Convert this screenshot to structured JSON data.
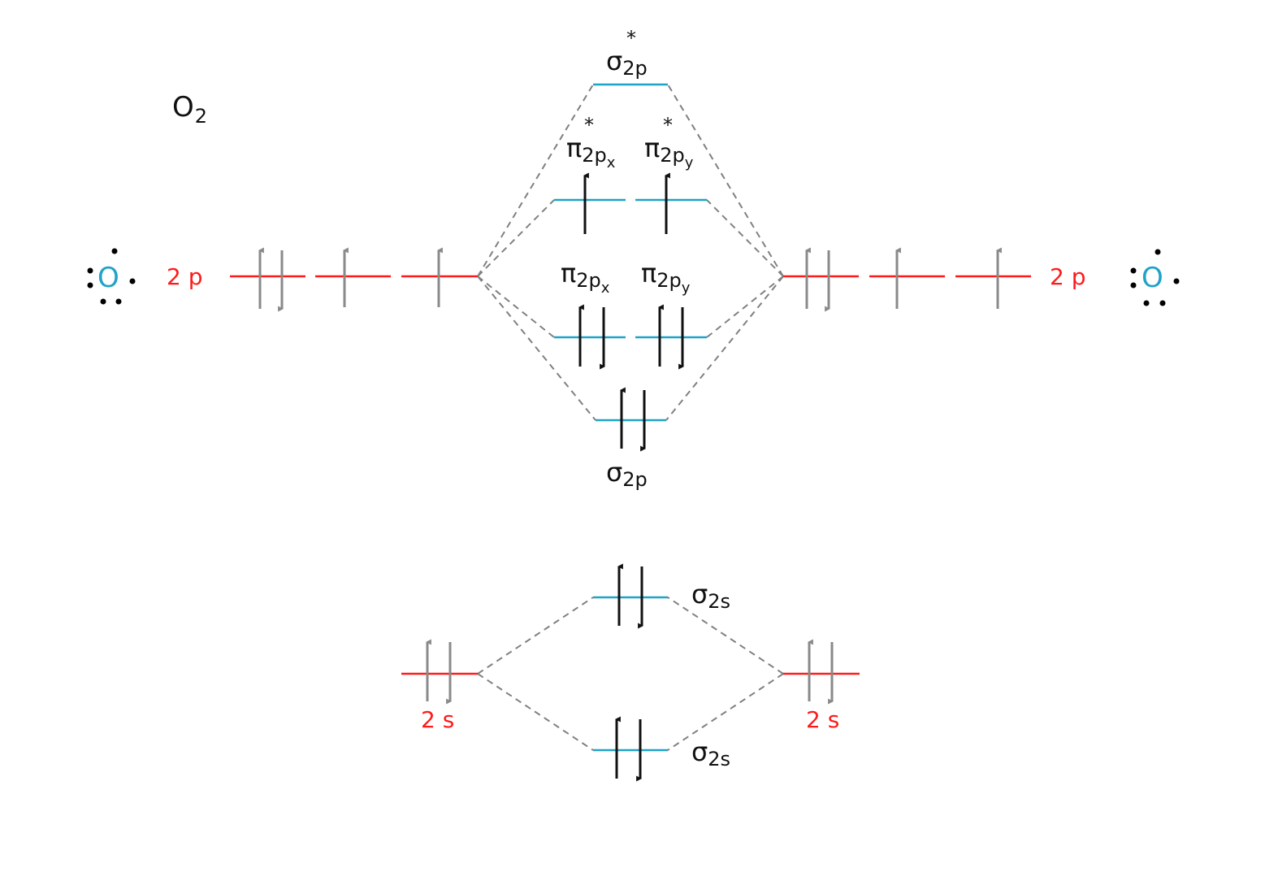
{
  "title": {
    "base": "O",
    "sub": "2"
  },
  "colors": {
    "atomic_level": "#ff1a1a",
    "molecular_level": "#1fa3c6",
    "connector": "#808080",
    "atomic_electron": "#8a8a8a",
    "molecular_electron": "#111111",
    "atom_symbol": "#1fa3c6",
    "lone_pair_dot": "#000000",
    "text": "#111111"
  },
  "atoms": {
    "left": {
      "symbol": "O",
      "label_2p": "2 p",
      "label_2s": "2 s",
      "occupancy_2p": [
        "pair",
        "up",
        "up"
      ],
      "occupancy_2s": [
        "pair"
      ]
    },
    "right": {
      "symbol": "O",
      "label_2p": "2 p",
      "label_2s": "2 s",
      "occupancy_2p": [
        "pair",
        "up",
        "up"
      ],
      "occupancy_2s": [
        "pair"
      ]
    }
  },
  "molecular_orbitals": {
    "sigma_2p_star": {
      "greek": "σ",
      "sub": "2p",
      "star": "*",
      "occupancy": "empty"
    },
    "pi_2px_star": {
      "greek": "π",
      "sub": "2p",
      "subsub": "x",
      "star": "*",
      "occupancy": "up"
    },
    "pi_2py_star": {
      "greek": "π",
      "sub": "2p",
      "subsub": "y",
      "star": "*",
      "occupancy": "up"
    },
    "pi_2px": {
      "greek": "π",
      "sub": "2p",
      "subsub": "x",
      "occupancy": "pair"
    },
    "pi_2py": {
      "greek": "π",
      "sub": "2p",
      "subsub": "y",
      "occupancy": "pair"
    },
    "sigma_2p": {
      "greek": "σ",
      "sub": "2p",
      "occupancy": "pair"
    },
    "sigma_2s_star": {
      "greek": "σ",
      "sub": "2s",
      "occupancy": "pair"
    },
    "sigma_2s": {
      "greek": "σ",
      "sub": "2s",
      "occupancy": "pair"
    }
  }
}
